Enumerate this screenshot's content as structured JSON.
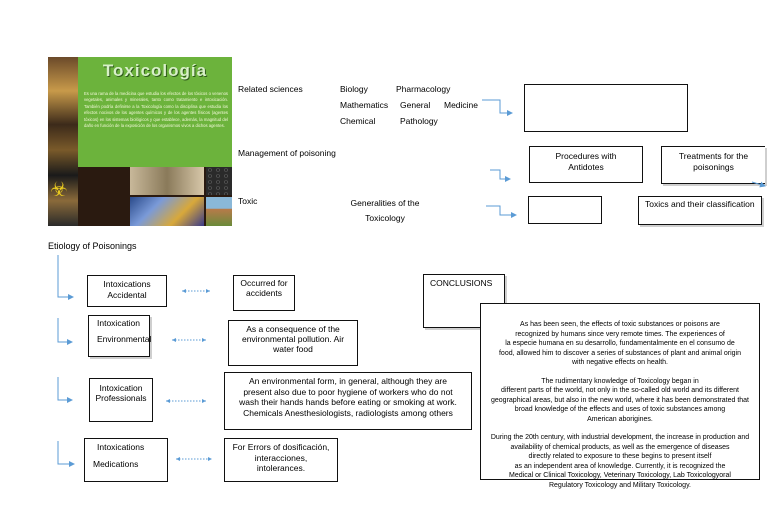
{
  "cover": {
    "title": "Toxicología",
    "description": "Es una rama de la medicina que estudia los efectos de los tóxicos o venenos vegetales, animales y minerales, tanto como tratamiento e intoxicación. También podría definirse a la Toxicología como la disciplina que estudia los efectos nocivos de los agentes químicos y de los agentes físicos (agentes tóxicos) en los sistemas biológicos y que establece, además, la magnitud del daño en función de la exposición de los organismos vivos a dichos agentes."
  },
  "top": {
    "related_sciences_label": "Related sciences",
    "sciences": [
      "Biology",
      "Pharmacology",
      "Mathematics",
      "General",
      "Medicine",
      "Chemical",
      "Pathology"
    ],
    "management_label": "Management of poisoning",
    "procedures_box": "Procedures with Antidotes",
    "treatments_box": "Treatments for the poisonings",
    "toxic_label": "Toxic",
    "generalities_label": "Generalities of the Toxicology",
    "toxics_box": "Toxics and their classification"
  },
  "etiology": {
    "title": "Etiology of Poisonings",
    "rows": [
      {
        "type": "Intoxications Accidental",
        "desc": "Occurred for accidents"
      },
      {
        "type_line1": "Intoxication",
        "type_line2": "Environmental",
        "desc": "As a consequence of the environmental pollution. Air water food"
      },
      {
        "type": "Intoxication Professionals",
        "desc": "An environmental form, in general, although they are present also due to poor hygiene of workers who do not wash their hands hands before eating or smoking at work. Chemicals Anesthesiologists, radiologists among others"
      },
      {
        "type_line1": "Intoxications",
        "type_line2": "Medications",
        "desc": "For Errors of dosificación, interacciones, intolerances."
      }
    ]
  },
  "conclusions": {
    "title": "CONCLUSIONS",
    "p1": [
      "As has been seen, the effects of toxic substances or poisons are",
      "recognized by humans since very remote times. The experiences of",
      "la especie humana en su desarrollo, fundamentalmente en el consumo de",
      "food, allowed him to discover a series of substances of plant and animal origin",
      "with negative effects on health."
    ],
    "p2": [
      "The rudimentary knowledge of Toxicology began in",
      "different parts of the world, not only in the so-called old world and its different",
      "geographical areas, but also in the new world, where it has been demonstrated that",
      "broad knowledge of the effects and uses of toxic substances among",
      "American aborigines."
    ],
    "p3": [
      "During the 20th century, with industrial development, the increase in production and",
      "availability of chemical products, as well as the emergence of diseases",
      "directly related to exposure to these begins to present itself",
      "as an independent area of knowledge. Currently, it is recognized the",
      "Medical or Clinical Toxicology, Veterinary Toxicology, Lab Toxicologyoral",
      "Regulatory Toxicology and Military Toxicology."
    ]
  },
  "colors": {
    "arrow": "#5b9bd5",
    "border": "#111111",
    "cover_green": "#6cb33c"
  }
}
